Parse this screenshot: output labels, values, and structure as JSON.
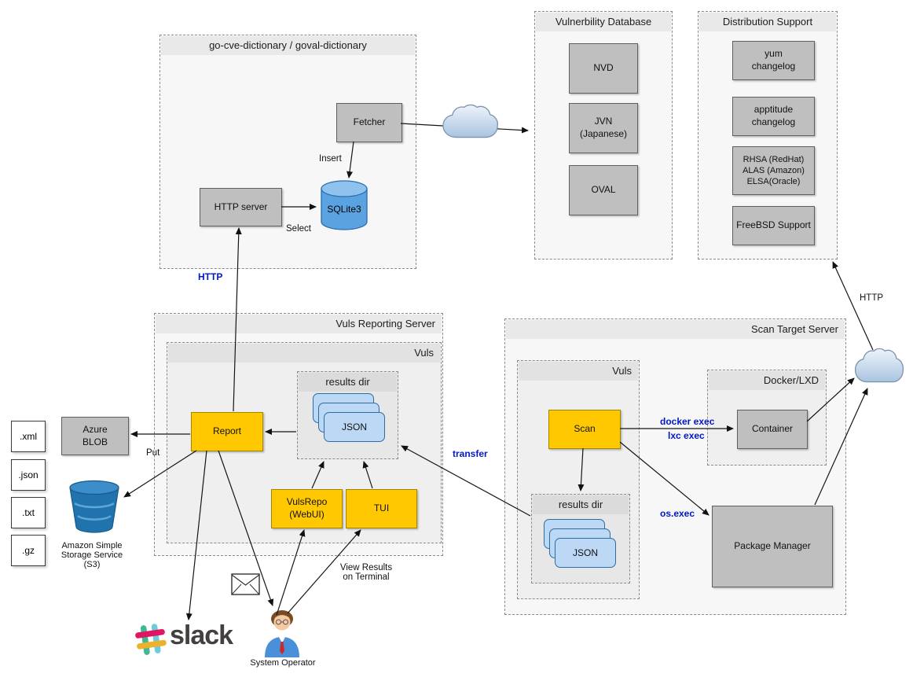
{
  "zones": {
    "cve": {
      "title": "go-cve-dictionary / goval-dictionary"
    },
    "vulndb": {
      "title": "Vulnerbility Database"
    },
    "dist": {
      "title": "Distribution Support"
    },
    "reporting": {
      "title": "Vuls Reporting Server"
    },
    "reporting_vuls": {
      "title": "Vuls"
    },
    "results1": {
      "title": "results dir"
    },
    "scan": {
      "title": "Scan Target Server"
    },
    "scan_vuls": {
      "title": "Vuls"
    },
    "results2": {
      "title": "results dir"
    },
    "docker": {
      "title": "Docker/LXD"
    }
  },
  "nodes": {
    "fetcher": "Fetcher",
    "http_server": "HTTP server",
    "sqlite": "SQLite3",
    "nvd": "NVD",
    "jvn": "JVN\n(Japanese)",
    "oval": "OVAL",
    "yum": "yum\nchangelog",
    "apptitude": "apptitude\nchangelog",
    "rhsa": "RHSA (RedHat)\nALAS (Amazon)\nELSA(Oracle)",
    "freebsd": "FreeBSD Support",
    "azure": "Azure\nBLOB",
    "report": "Report",
    "vulsrepo": "VulsRepo\n(WebUI)",
    "tui": "TUI",
    "scan": "Scan",
    "container": "Container",
    "package_manager": "Package Manager",
    "json1": "JSON",
    "json2": "JSON"
  },
  "files": {
    "xml": ".xml",
    "json": ".json",
    "txt": ".txt",
    "gz": ".gz"
  },
  "labels": {
    "insert": "Insert",
    "select": "Select",
    "http_blue": "HTTP",
    "put": "Put",
    "transfer": "transfer",
    "docker_exec": "docker exec",
    "lxc_exec": "lxc exec",
    "os_exec": "os.exec",
    "http_right": "HTTP",
    "view_results": "View Results\non Terminal",
    "s3": "Amazon Simple\nStorage Service\n(S3)",
    "system_operator": "System Operator",
    "slack": "slack"
  },
  "colors": {
    "node_gray": "#bfbfbf",
    "node_yellow": "#ffc800",
    "json_blue": "#bcd8f4",
    "sqlite_blue": "#5aa2e0",
    "bucket_blue": "#2173ae",
    "edge_label_blue": "#0018c8"
  }
}
